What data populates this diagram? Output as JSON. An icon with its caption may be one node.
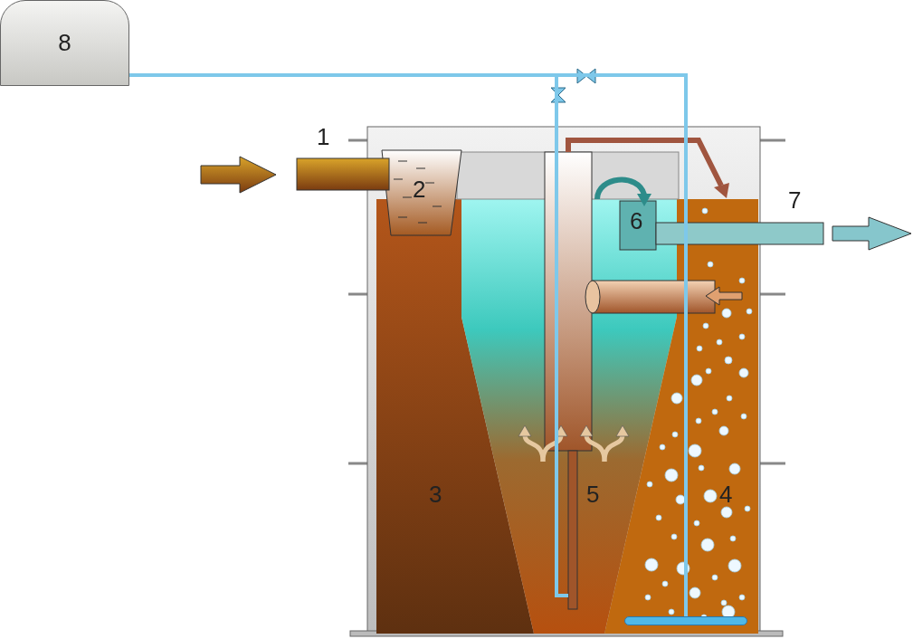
{
  "diagram": {
    "nodes": [
      {
        "text": [
          "8"
        ]
      },
      {
        "text": [],
        "shape": "bar"
      }
    ],
    "edges": [
      {
        "from": 0,
        "to": 1,
        "arrow": "none"
      },
      {
        "from": 0,
        "to": null,
        "arrow": "none"
      }
    ],
    "labels": [
      "1",
      "2",
      "6",
      "7",
      "3",
      "5",
      "4"
    ]
  }
}
